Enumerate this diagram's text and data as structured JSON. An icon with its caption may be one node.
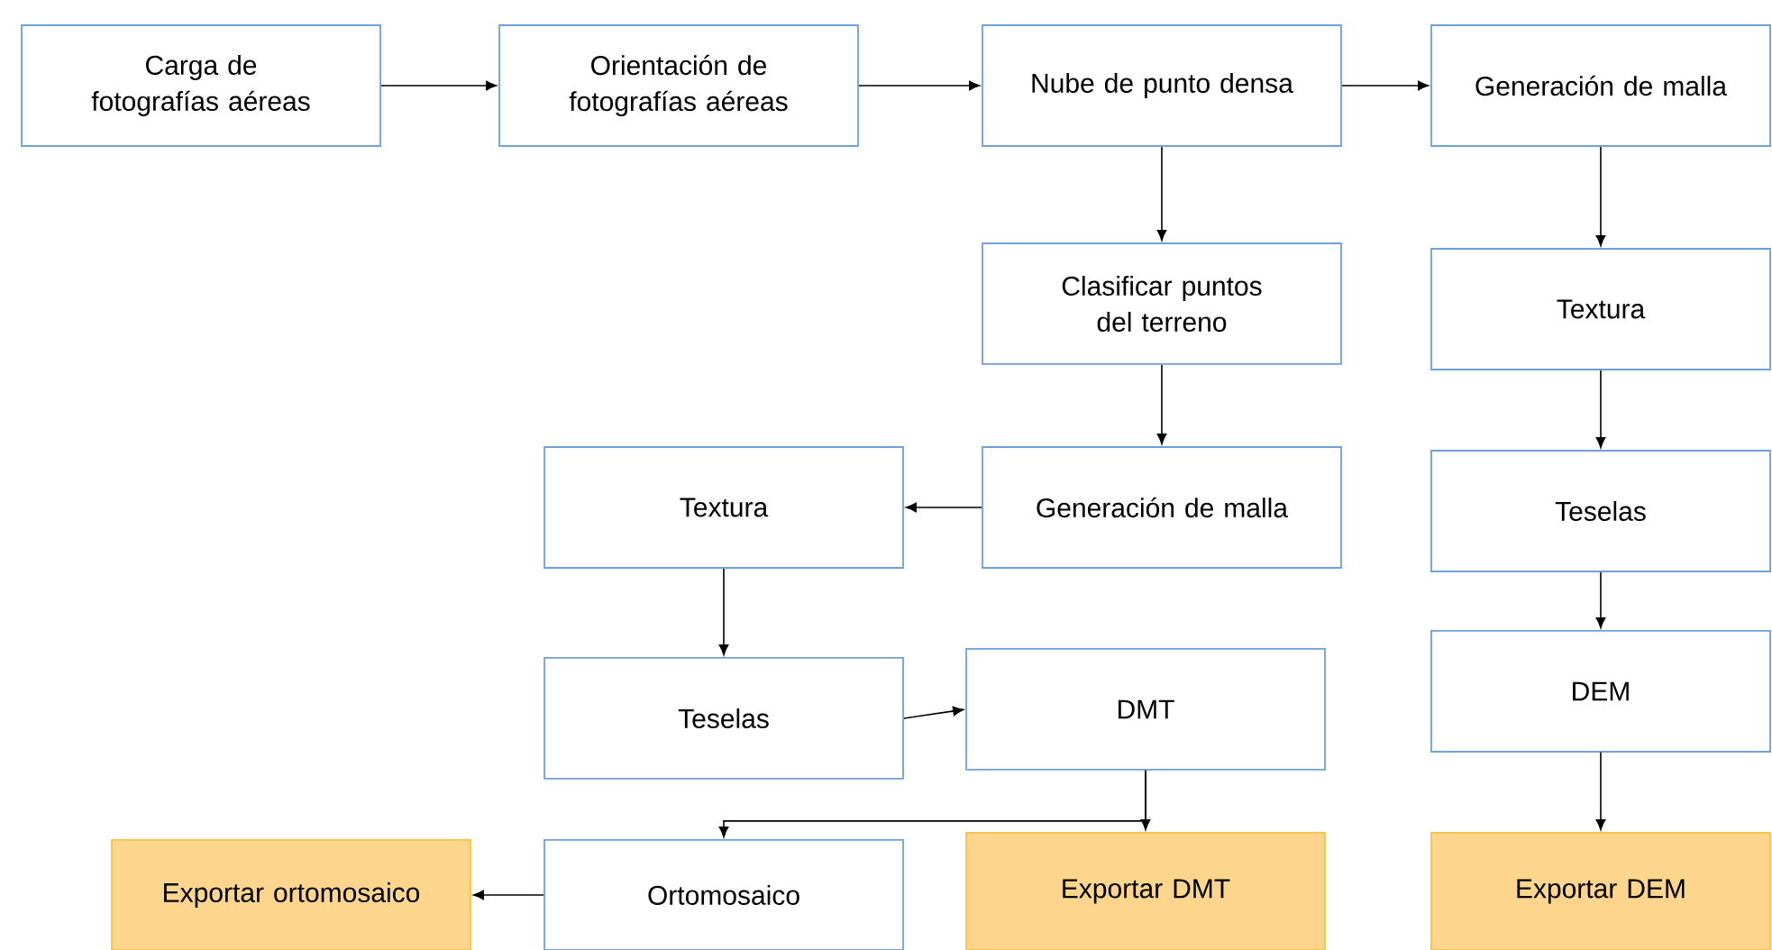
{
  "diagram": {
    "nodes": [
      {
        "text": [
          "Carga de fotografías aéreas"
        ]
      },
      {
        "text": [
          "Orientación de fotografías aéreas"
        ]
      },
      {
        "text": [
          "Nube de punto densa"
        ]
      },
      {
        "text": [
          "Generación de malla"
        ]
      },
      {
        "text": [
          "Clasificar puntos del terreno"
        ]
      },
      {
        "text": [
          "Textura"
        ]
      },
      {
        "text": [
          "Generación de malla"
        ]
      },
      {
        "text": [
          "Textura"
        ]
      },
      {
        "text": [
          "Teselas"
        ]
      },
      {
        "text": [
          "Teselas"
        ]
      },
      {
        "text": [
          "DMT"
        ]
      },
      {
        "text": [
          "DEM"
        ]
      },
      {
        "text": [
          "Exportar ortomosaico"
        ]
      },
      {
        "text": [
          "Ortomosaico"
        ]
      },
      {
        "text": [
          "Exportar DMT"
        ]
      },
      {
        "text": [
          "Exportar DEM"
        ]
      }
    ],
    "edges": [
      {
        "from": 0,
        "to": 1,
        "arrow": "to"
      },
      {
        "from": 1,
        "to": 2,
        "arrow": "to"
      },
      {
        "from": 2,
        "to": 3,
        "arrow": "to"
      },
      {
        "from": 2,
        "to": 4,
        "arrow": "to"
      },
      {
        "from": 3,
        "to": 5,
        "arrow": "to"
      },
      {
        "from": 4,
        "to": 6,
        "arrow": "to"
      },
      {
        "from": 6,
        "to": 7,
        "arrow": "to"
      },
      {
        "from": 5,
        "to": 8,
        "arrow": "to"
      },
      {
        "from": 7,
        "to": 9,
        "arrow": "to"
      },
      {
        "from": 9,
        "to": 10,
        "arrow": "to"
      },
      {
        "from": 8,
        "to": 11,
        "arrow": "to"
      },
      {
        "from": 10,
        "to": 13,
        "arrow": "to"
      },
      {
        "from": 10,
        "to": 14,
        "arrow": "to"
      },
      {
        "from": 11,
        "to": 15,
        "arrow": "to"
      },
      {
        "from": 13,
        "to": 12,
        "arrow": "to"
      }
    ]
  }
}
